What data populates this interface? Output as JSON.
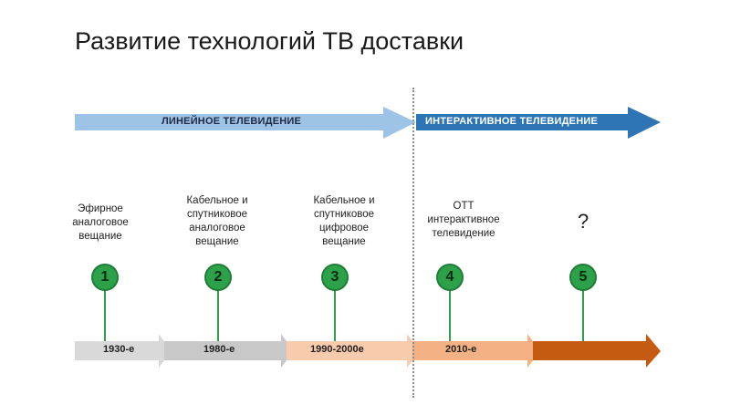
{
  "title": "Развитие технологий ТВ доставки",
  "eras": [
    {
      "label": "ЛИНЕЙНОЕ ТЕЛЕВИДЕНИЕ",
      "color": "#9dc3e6"
    },
    {
      "label": "ИНТЕРАКТИВНОЕ ТЕЛЕВИДЕНИЕ",
      "color": "#2e75b6"
    }
  ],
  "stages": [
    {
      "number": "1",
      "lines": [
        "Эфирное",
        "аналоговое",
        "вещание"
      ]
    },
    {
      "number": "2",
      "lines": [
        "Кабельное и",
        "спутниковое",
        "аналоговое",
        "вещание"
      ]
    },
    {
      "number": "3",
      "lines": [
        "Кабельное и",
        "спутниковое",
        "цифровое",
        "вещание"
      ]
    },
    {
      "number": "4",
      "lines": [
        "OTT",
        "интерактивное",
        "телевидение"
      ]
    },
    {
      "number": "5",
      "lines": [
        "?"
      ]
    }
  ],
  "periods": [
    {
      "label": "1930-е",
      "color": "#d9d9d9"
    },
    {
      "label": "1980-е",
      "color": "#c8c8c8"
    },
    {
      "label": "1990-2000е",
      "color": "#f8cbad"
    },
    {
      "label": "2010-е",
      "color": "#f4b183"
    },
    {
      "label": "",
      "color": "#c55a11"
    }
  ],
  "colors": {
    "milestone": "#2ca14a"
  }
}
